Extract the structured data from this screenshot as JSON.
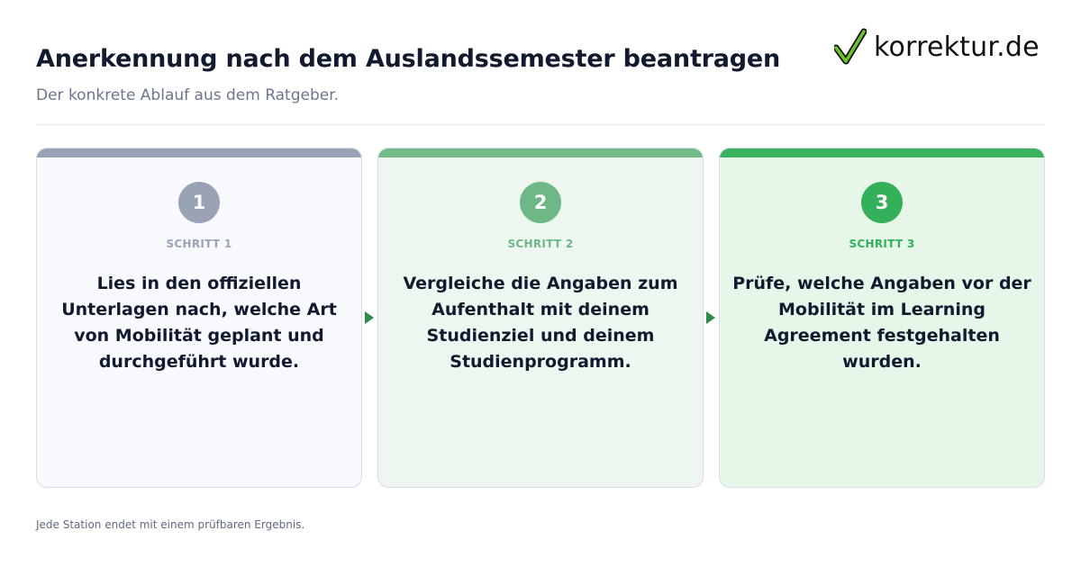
{
  "header": {
    "title": "Anerkennung nach dem Auslandssemester beantragen",
    "subtitle": "Der konkrete Ablauf aus dem Ratgeber."
  },
  "logo": {
    "text": "korrektur.de",
    "icon": "checkmark-icon",
    "icon_color": "#6cc42a"
  },
  "steps": [
    {
      "number": "1",
      "label": "SCHRITT 1",
      "text": "Lies in den offiziellen Unterlagen nach, welche Art von Mobilität geplant und durchgeführt wurde.",
      "color": "#9aa3b5"
    },
    {
      "number": "2",
      "label": "SCHRITT 2",
      "text": "Vergleiche die Angaben zum Aufenthalt mit deinem Studienziel und deinem Studienprogramm.",
      "color": "#6db886"
    },
    {
      "number": "3",
      "label": "SCHRITT 3",
      "text": "Prüfe, welche Angaben vor der Mobilität im Learning Agreement festgehalten wurden.",
      "color": "#34b05a"
    }
  ],
  "connectors": {
    "icon": "arrow-right-icon",
    "color": "#2e8b4a"
  },
  "footer": {
    "note": "Jede Station endet mit einem prüfbaren Ergebnis."
  }
}
